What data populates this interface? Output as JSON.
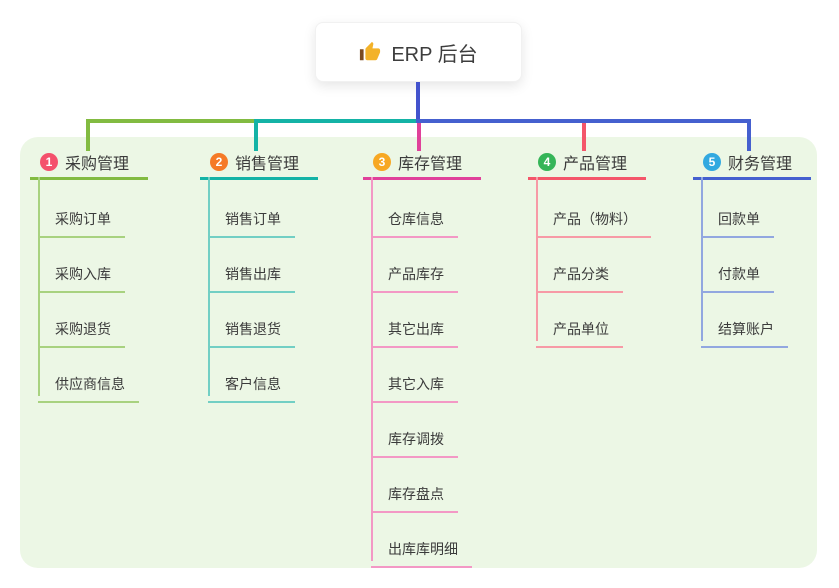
{
  "root": {
    "title": "ERP 后台",
    "icon": "thumbs-up-icon",
    "line_color": "#4353cd"
  },
  "panel": {
    "background": "#ecf7e5"
  },
  "branches": [
    {
      "badge": "1",
      "badge_color": "#f4516c",
      "title": "采购管理",
      "line_color": "#82bb41",
      "child_line_color": "#a8d27f",
      "children": [
        "采购订单",
        "采购入库",
        "采购退货",
        "供应商信息"
      ]
    },
    {
      "badge": "2",
      "badge_color": "#f57a27",
      "title": "销售管理",
      "line_color": "#14b3a6",
      "child_line_color": "#72cfc4",
      "children": [
        "销售订单",
        "销售出库",
        "销售退货",
        "客户信息"
      ]
    },
    {
      "badge": "3",
      "badge_color": "#f7a823",
      "title": "库存管理",
      "line_color": "#e0419a",
      "child_line_color": "#f398c5",
      "children": [
        "仓库信息",
        "产品库存",
        "其它出库",
        "其它入库",
        "库存调拨",
        "库存盘点",
        "出库库明细"
      ]
    },
    {
      "badge": "4",
      "badge_color": "#35b558",
      "title": "产品管理",
      "line_color": "#f4566a",
      "child_line_color": "#f79aa6",
      "children": [
        "产品（物料）",
        "产品分类",
        "产品单位"
      ]
    },
    {
      "badge": "5",
      "badge_color": "#32a9e0",
      "title": "财务管理",
      "line_color": "#4560cf",
      "child_line_color": "#92a7e0",
      "children": [
        "回款单",
        "付款单",
        "结算账户"
      ]
    }
  ]
}
